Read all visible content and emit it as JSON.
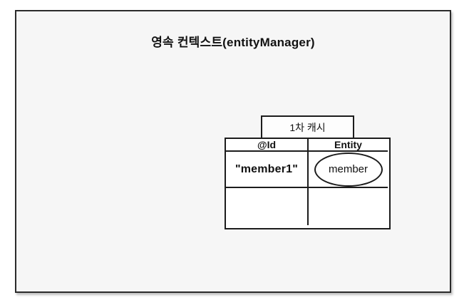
{
  "colors": {
    "page_bg": "#ffffff",
    "panel_bg": "#f6f6f6",
    "panel_border": "#2b2b2b",
    "box_bg": "#ffffff",
    "line": "#1c1c1c",
    "text": "#111111"
  },
  "diagram": {
    "title": "영속 컨텍스트(entityManager)",
    "cache_label": "1차 캐시",
    "table": {
      "headers": [
        "@Id",
        "Entity"
      ],
      "rows": [
        {
          "id": "\"member1\"",
          "entity": "member"
        },
        {
          "id": "",
          "entity": ""
        }
      ]
    }
  }
}
